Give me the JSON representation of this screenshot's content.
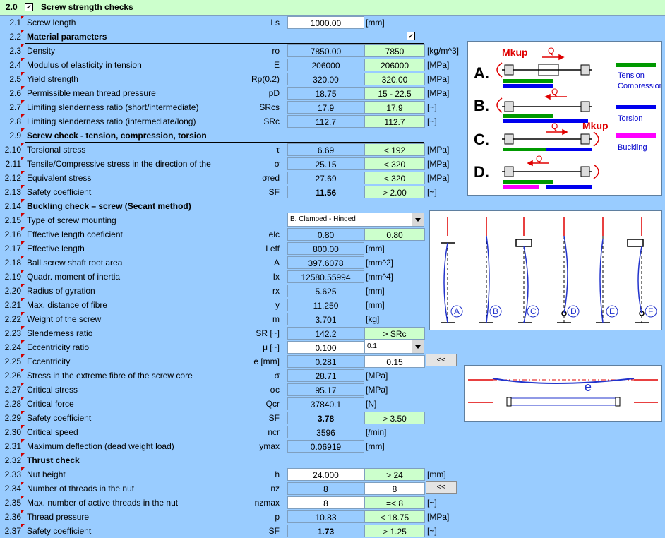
{
  "header": {
    "num": "2.0",
    "title": "Screw strength checks"
  },
  "rows": [
    {
      "num": "2.1",
      "label": "Screw length",
      "sym": "Ls",
      "v1": "1000.00",
      "unit": "[mm]"
    },
    {
      "num": "2.2",
      "label": "Material parameters",
      "section": true
    },
    {
      "num": "2.3",
      "label": "Density",
      "sym": "ro",
      "v1": "7850.00",
      "v2": "7850",
      "unit2": "[kg/m^3]"
    },
    {
      "num": "2.4",
      "label": "Modulus of elasticity in tension",
      "sym": "E",
      "v1": "206000",
      "v2": "206000",
      "unit2": "[MPa]"
    },
    {
      "num": "2.5",
      "label": "Yield strength",
      "sym": "Rp(0.2)",
      "v1": "320.00",
      "v2": "320.00",
      "unit2": "[MPa]"
    },
    {
      "num": "2.6",
      "label": "Permissible mean thread pressure",
      "sym": "pD",
      "v1": "18.75",
      "v2": "15 - 22.5",
      "unit2": "[MPa]"
    },
    {
      "num": "2.7",
      "label": "Limiting slenderness ratio (short/intermediate)",
      "sym": "SRcs",
      "v1": "17.9",
      "v2": "17.9",
      "unit2": "[~]"
    },
    {
      "num": "2.8",
      "label": "Limiting slenderness ratio (intermediate/long)",
      "sym": "SRc",
      "v1": "112.7",
      "v2": "112.7",
      "unit2": "[~]"
    },
    {
      "num": "2.9",
      "label": "Screw check - tension, compression, torsion",
      "section": true
    },
    {
      "num": "2.10",
      "label": "Torsional stress",
      "sym": "τ",
      "v1": "6.69",
      "v2": "< 192",
      "unit2": "[MPa]"
    },
    {
      "num": "2.11",
      "label": "Tensile/Compressive stress in the direction of the",
      "sym": "σ",
      "v1": "25.15",
      "v2": "< 320",
      "unit2": "[MPa]"
    },
    {
      "num": "2.12",
      "label": "Equivalent stress",
      "sym": "σred",
      "v1": "27.69",
      "v2": "< 320",
      "unit2": "[MPa]"
    },
    {
      "num": "2.13",
      "label": "Safety coefficient",
      "sym": "SF",
      "v1": "11.56",
      "v2": "> 2.00",
      "unit2": "[~]",
      "bold": true
    },
    {
      "num": "2.14",
      "label": "Buckling check – screw (Secant method)",
      "section": true
    },
    {
      "num": "2.15",
      "label": "Type of screw mounting"
    },
    {
      "num": "2.16",
      "label": "Effective length coeficient",
      "sym": "elc",
      "v1": "0.80",
      "v2": "0.80"
    },
    {
      "num": "2.17",
      "label": "Effective length",
      "sym": "Leff",
      "v1": "800.00",
      "unit": "[mm]"
    },
    {
      "num": "2.18",
      "label": "Ball screw shaft root area",
      "sym": "A",
      "v1": "397.6078",
      "unit": "[mm^2]"
    },
    {
      "num": "2.19",
      "label": "Quadr. moment of inertia",
      "sym": "Ix",
      "v1": "12580.55994",
      "unit": "[mm^4]"
    },
    {
      "num": "2.20",
      "label": "Radius of gyration",
      "sym": "rx",
      "v1": "5.625",
      "unit": "[mm]"
    },
    {
      "num": "2.21",
      "label": "Max. distance of fibre",
      "sym": "y",
      "v1": "11.250",
      "unit": "[mm]"
    },
    {
      "num": "2.22",
      "label": "Weight of the screw",
      "sym": "m",
      "v1": "3.701",
      "unit": "[kg]"
    },
    {
      "num": "2.23",
      "label": "Slenderness ratio",
      "sym": "SR [~]",
      "v1": "142.2",
      "v2": "> SRc"
    },
    {
      "num": "2.24",
      "label": "Eccentricity ratio",
      "sym": "μ [~]",
      "v1": "0.100"
    },
    {
      "num": "2.25",
      "label": "Eccentricity",
      "sym": "e [mm]",
      "v1": "0.281",
      "v2": "0.15"
    },
    {
      "num": "2.26",
      "label": "Stress in the extreme fibre of the screw core",
      "sym": "σ",
      "v1": "28.71",
      "unit": "[MPa]"
    },
    {
      "num": "2.27",
      "label": "Critical stress",
      "sym": "σc",
      "v1": "95.17",
      "unit": "[MPa]"
    },
    {
      "num": "2.28",
      "label": "Critical force",
      "sym": "Qcr",
      "v1": "37840.1",
      "unit": "[N]"
    },
    {
      "num": "2.29",
      "label": "Safety coefficient",
      "sym": "SF",
      "v1": "3.78",
      "v2": "> 3.50",
      "bold": true
    },
    {
      "num": "2.30",
      "label": "Critical speed",
      "sym": "ncr",
      "v1": "3596",
      "unit": "[/min]"
    },
    {
      "num": "2.31",
      "label": "Maximum deflection (dead weight load)",
      "sym": "ymax",
      "v1": "0.06919",
      "unit": "[mm]"
    },
    {
      "num": "2.32",
      "label": "Thrust check",
      "section": true
    },
    {
      "num": "2.33",
      "label": "Nut height",
      "sym": "h",
      "v1": "24.000",
      "v2": "> 24",
      "unit2": "[mm]"
    },
    {
      "num": "2.34",
      "label": "Number of threads in the nut",
      "sym": "nz",
      "v1": "8",
      "v2": "8"
    },
    {
      "num": "2.35",
      "label": "Max. number of active threads in the nut",
      "sym": "nzmax",
      "v1": "8",
      "v2": "=< 8",
      "unit2": "[~]"
    },
    {
      "num": "2.36",
      "label": "Thread pressure",
      "sym": "p",
      "v1": "10.83",
      "v2": "< 18.75",
      "unit2": "[MPa]"
    },
    {
      "num": "2.37",
      "label": "Safety coefficient",
      "sym": "SF",
      "v1": "1.73",
      "v2": "> 1.25",
      "unit2": "[~]",
      "bold": true
    }
  ],
  "mounting_select": "B. Clamped - Hinged",
  "eccentricity_select": "0.1",
  "button_label": "<<",
  "diagram1": {
    "labels": [
      "A.",
      "B.",
      "C.",
      "D."
    ],
    "mkup": "Mkup",
    "q": "Q",
    "legend": [
      "Tension\nCompression",
      "Torsion",
      "Buckling"
    ],
    "colors": {
      "tension": "#009900",
      "torsion": "#0000ee",
      "buckling": "#ff00ff",
      "arrow": "#e00000"
    }
  },
  "diagram2": {
    "labels": [
      "A",
      "B",
      "C",
      "D",
      "E",
      "F"
    ]
  },
  "diagram3": {
    "label": "e"
  }
}
